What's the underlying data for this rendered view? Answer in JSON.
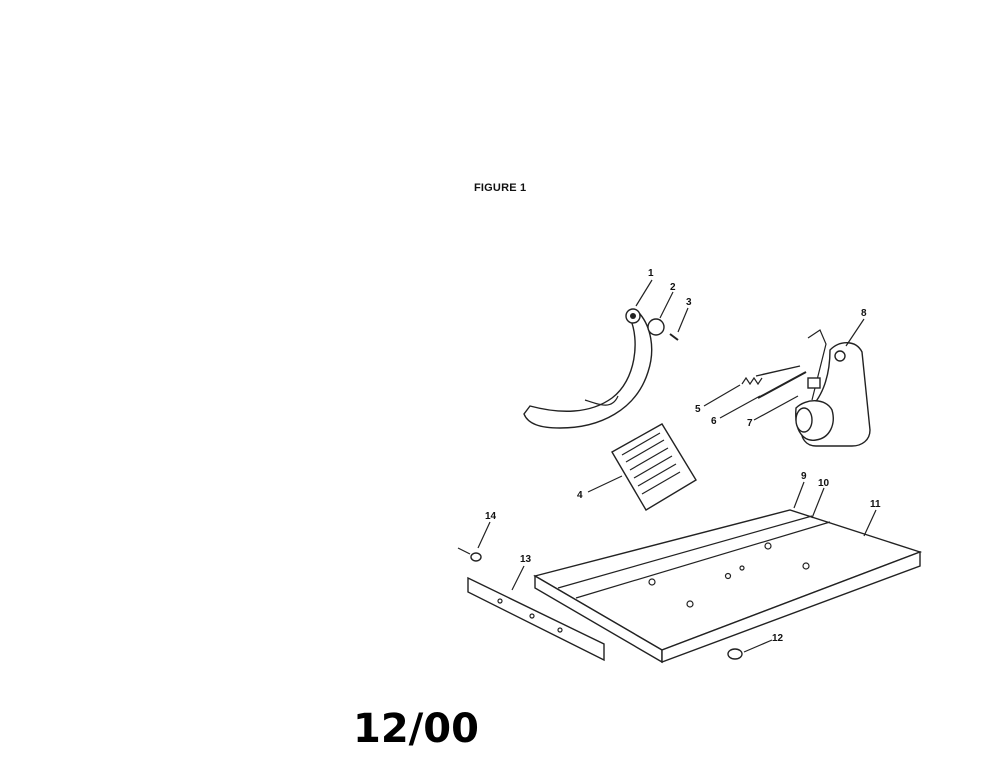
{
  "figure": {
    "title": "FIGURE 1",
    "date_code": "12/00"
  },
  "callouts": [
    "1",
    "2",
    "3",
    "4",
    "5",
    "6",
    "7",
    "8",
    "9",
    "10",
    "11",
    "12",
    "13",
    "14"
  ]
}
